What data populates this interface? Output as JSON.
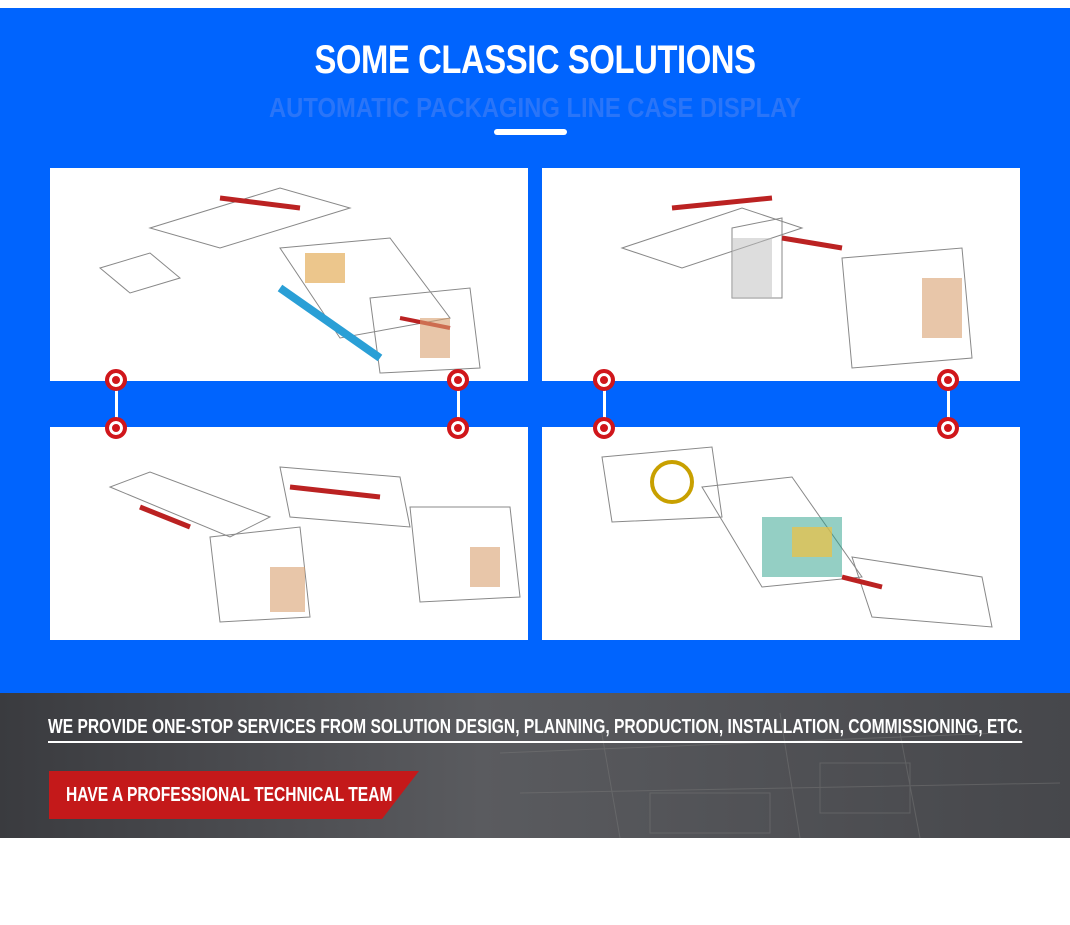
{
  "header": {
    "title": "SOME CLASSIC SOLUTIONS",
    "subtitle": "AUTOMATIC PACKAGING LINE CASE DISPLAY"
  },
  "cases": [
    {
      "image": "packaging-line-drawing-1"
    },
    {
      "image": "packaging-line-drawing-2"
    },
    {
      "image": "packaging-line-drawing-3"
    },
    {
      "image": "packaging-line-drawing-4"
    }
  ],
  "banner": {
    "services_text": "WE PROVIDE ONE-STOP SERVICES FROM SOLUTION DESIGN, PLANNING, PRODUCTION, INSTALLATION, COMMISSIONING, ETC.",
    "team_label": "HAVE A PROFESSIONAL TECHNICAL TEAM"
  },
  "colors": {
    "brand_blue": "#0064fe",
    "accent_red": "#c4191a",
    "dark_band": "#46474b"
  }
}
